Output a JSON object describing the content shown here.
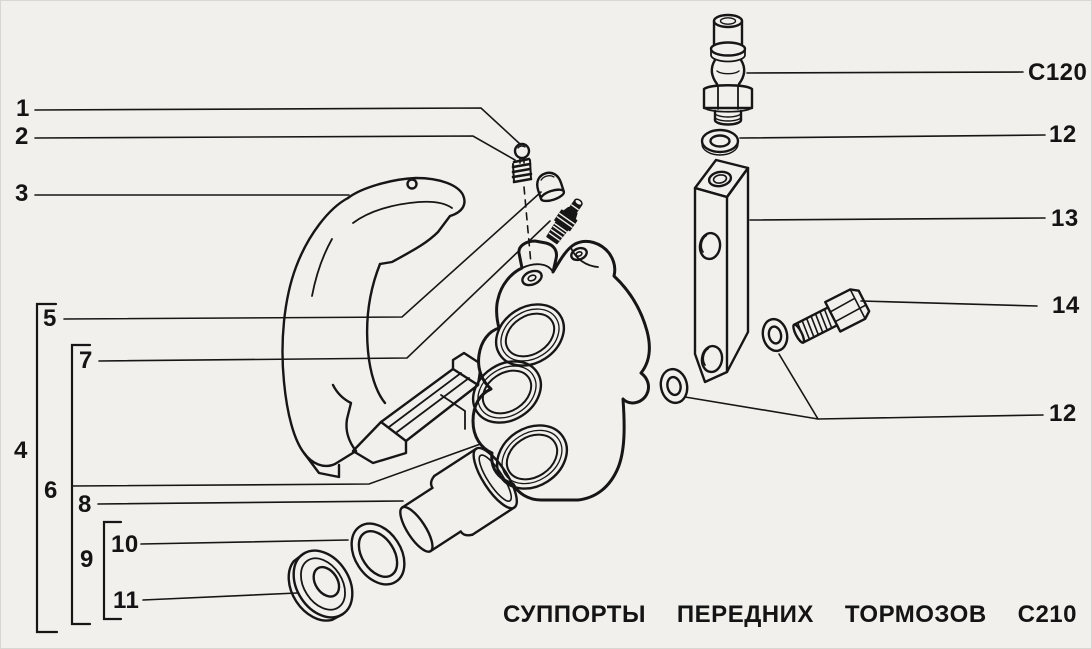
{
  "colors": {
    "ink": "#161616",
    "paper": "#f1f0ec"
  },
  "left_callouts": [
    "1",
    "2",
    "3",
    "4",
    "5",
    "6",
    "7",
    "8",
    "9",
    "10",
    "11"
  ],
  "right_callouts": [
    "C120",
    "12",
    "13",
    "14",
    "12"
  ],
  "caption": {
    "words": [
      "СУППОРТЫ",
      "ПЕРЕДНИХ",
      "ТОРМОЗОВ"
    ],
    "code": "С210"
  }
}
